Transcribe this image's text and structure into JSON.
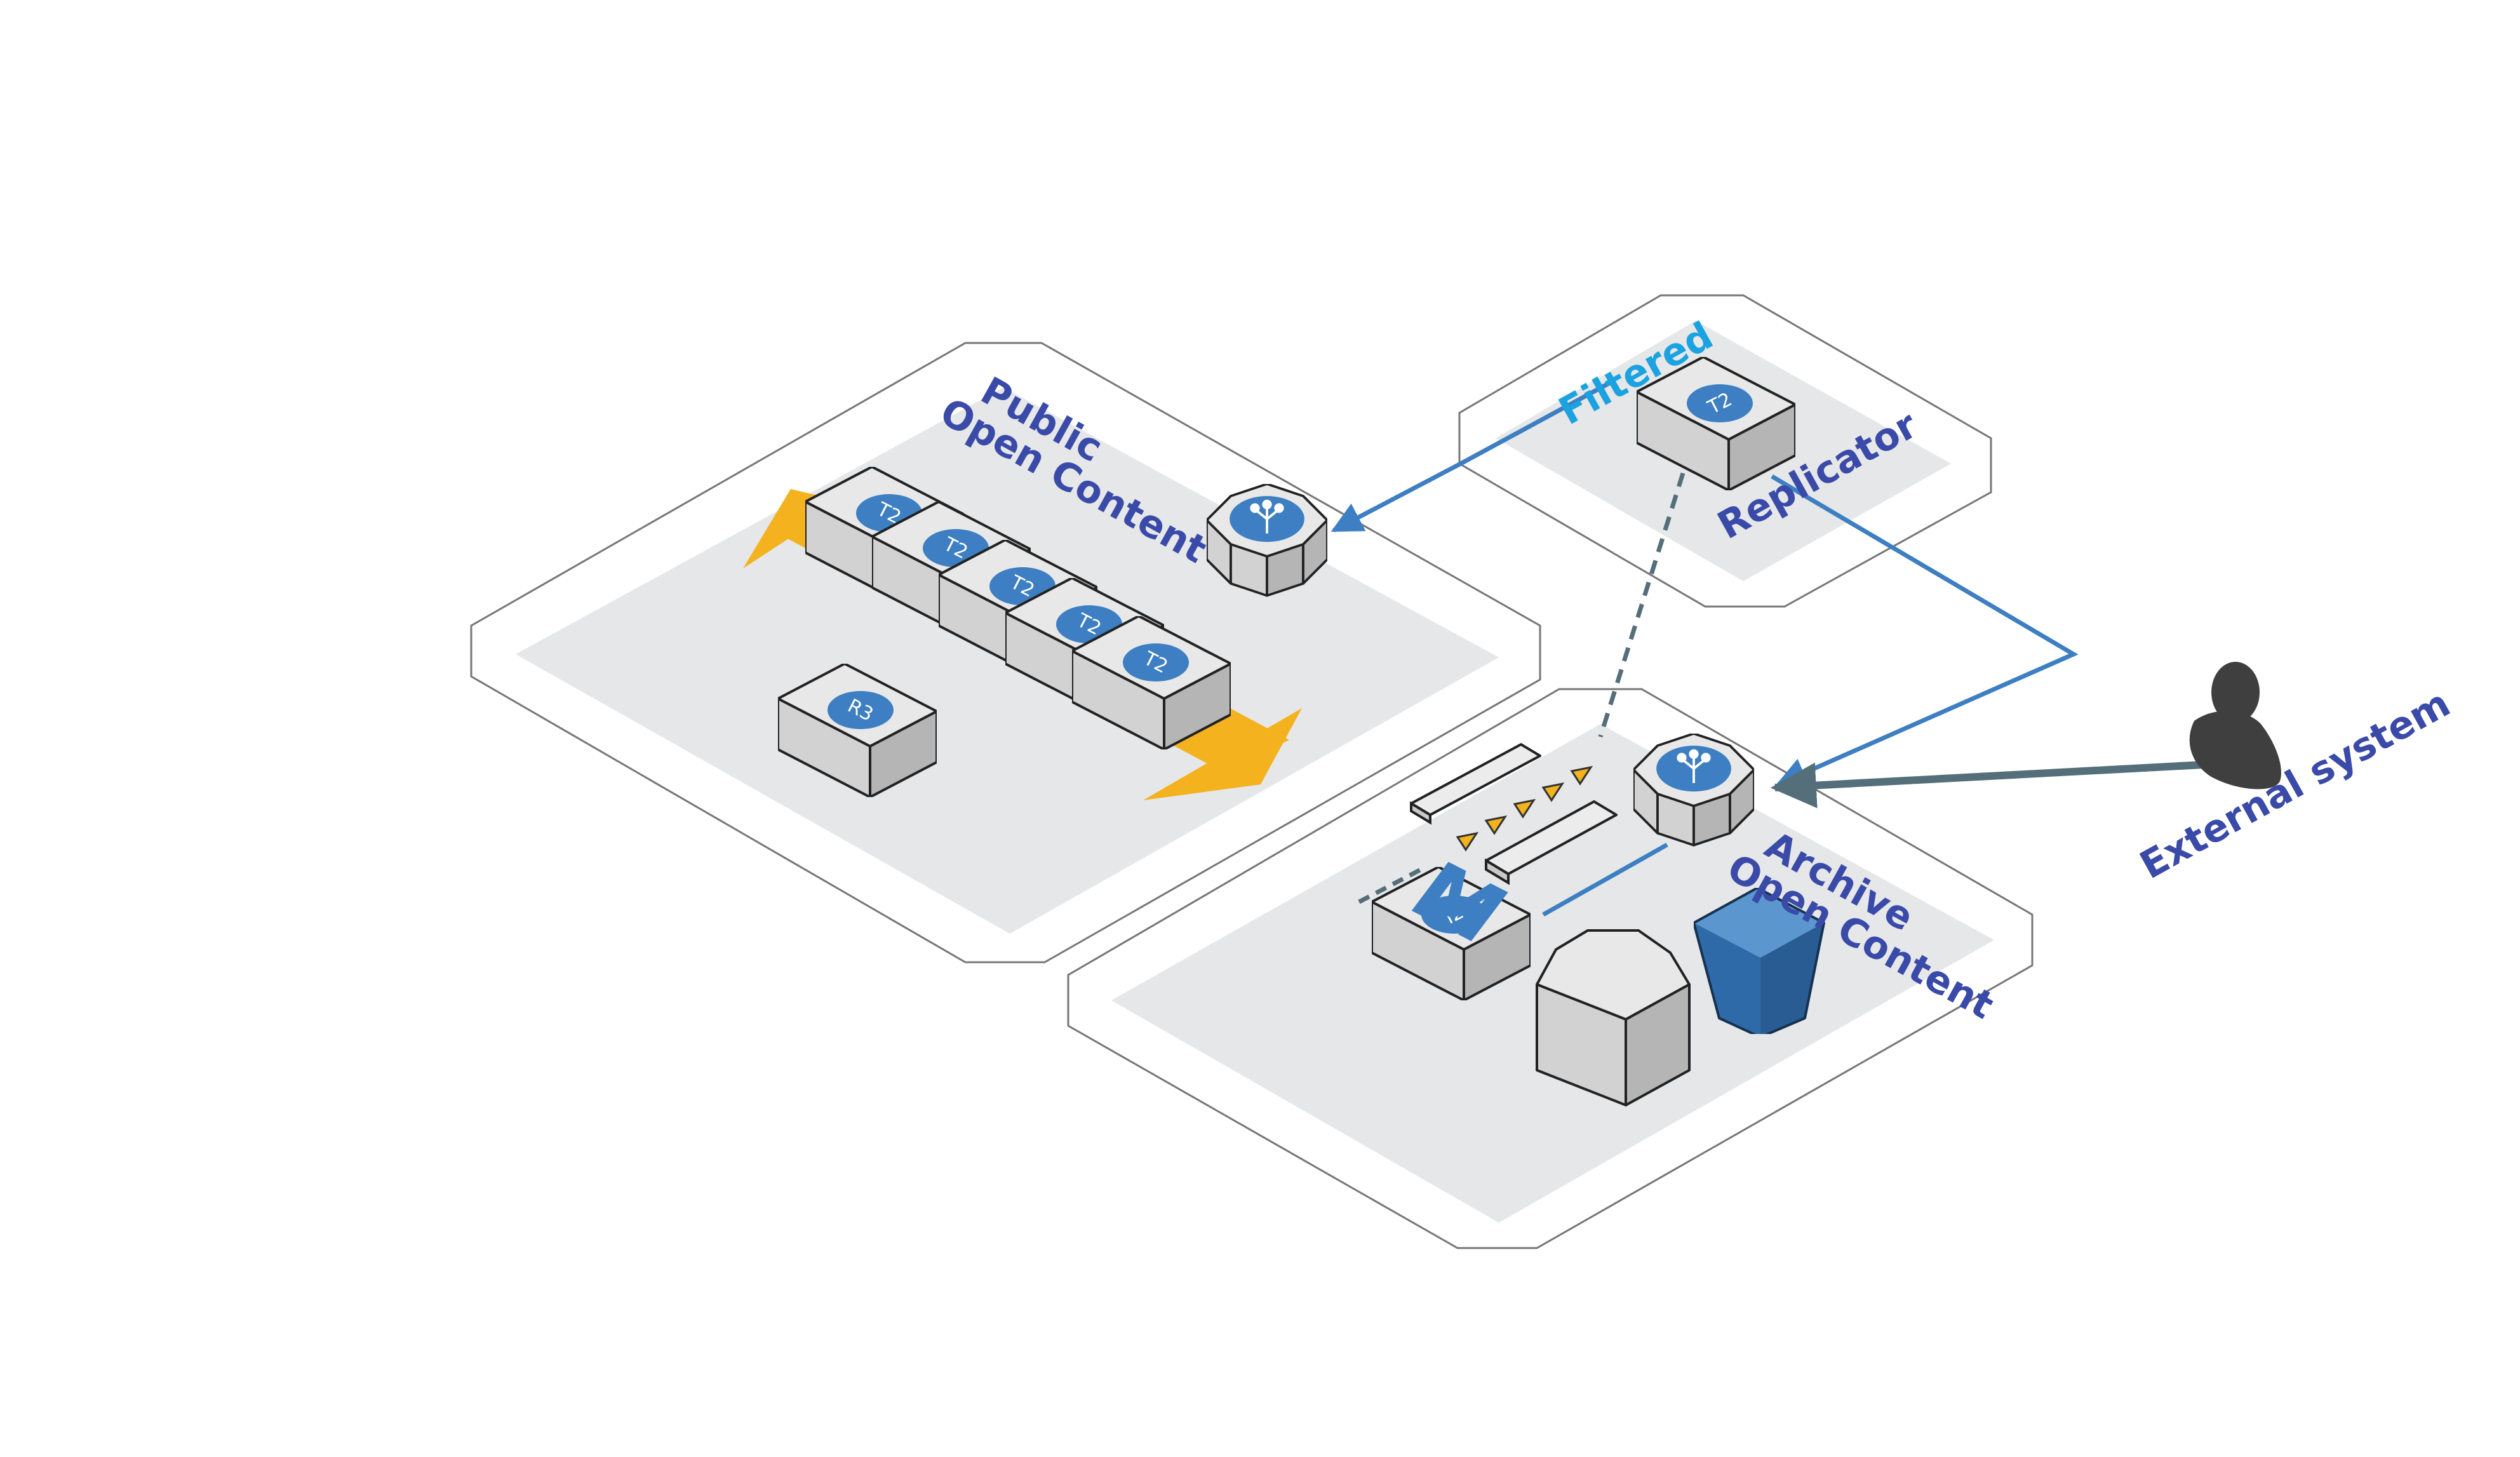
{
  "colors": {
    "accent_blue": "#3d7fc2",
    "label_indigo": "#3a4aa8",
    "filtered_cyan": "#1aa3e0",
    "scaling_orange": "#f3b21e",
    "dashed_slate": "#546e7a",
    "zone_fill": "#e6e7e8",
    "server_light": "#e8e8e8",
    "server_mid": "#d2d2d2",
    "server_dark": "#b5b5b5",
    "bucket_blue": "#2f6aa8"
  },
  "zones": {
    "public": {
      "line1": "Public",
      "line2": "Open Content"
    },
    "replicator": {
      "label": "Replicator"
    },
    "archive": {
      "line1": "Archive",
      "line2": "Open Content"
    }
  },
  "labels": {
    "filtered": "Filtered",
    "external_system": "External system"
  },
  "nodes": {
    "public_instances": [
      "T2",
      "T2",
      "T2",
      "T2",
      "T2"
    ],
    "public_r3": "R3",
    "replicator_t2": "T2",
    "archive_i2": "I2",
    "archive_m": "M"
  },
  "icons": {
    "load_balancer": "load-balancer-icon",
    "bucket": "storage-bucket-icon",
    "user": "user-icon",
    "queue": "queue-icon"
  }
}
